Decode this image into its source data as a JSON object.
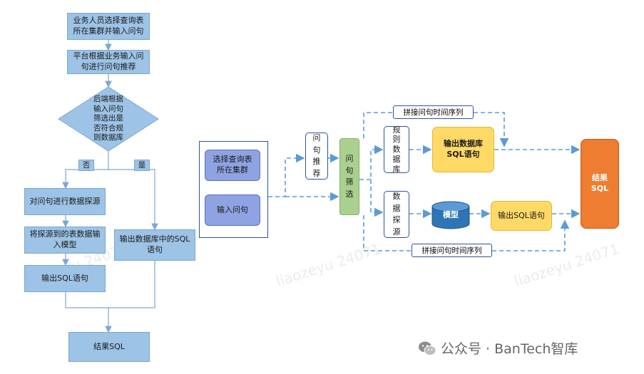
{
  "left_flow": {
    "step1": "业务人员选择查询表\n所在集群并输入问句",
    "step2": "平台根据业务输入问\n句进行问句推荐",
    "decision": "后端根据\n输入问句\n筛选出是\n否符合规\n则数据库",
    "no_label": "否",
    "yes_label": "是",
    "no_step1": "对问句进行数据探源",
    "no_step2": "将探源到的表数据输\n入模型",
    "no_step3": "输出SQL语句",
    "yes_step1": "输出数据库中的SQL\n语句",
    "result": "结果SQL"
  },
  "right_flow": {
    "input_select": "选择查询表\n所在集群",
    "input_question": "输入问句",
    "recommend": "问\n句\n推\n荐",
    "filter": "问\n句\n筛\n选",
    "rule_db": "规\n则\n数\n据\n库",
    "source": "数\n据\n探\n源",
    "db_output": "输出数据库\nSQL语句",
    "model": "模型",
    "sql_output": "输出SQL语句",
    "concat_top": "拼接问句时间序列",
    "concat_bottom": "拼接问句时间序列",
    "result": "结果\nSQL"
  },
  "brand": {
    "icon": "wechat-icon",
    "text": "公众号 · BanTech智库"
  },
  "watermark": "liaozeyu 24071",
  "colors": {
    "light_blue": "#9dc3e6",
    "purple": "#8fa3e3",
    "green": "#a9d08e",
    "yellow": "#ffd966",
    "orange": "#ed7d31",
    "dashed": "#5b9bd5"
  }
}
